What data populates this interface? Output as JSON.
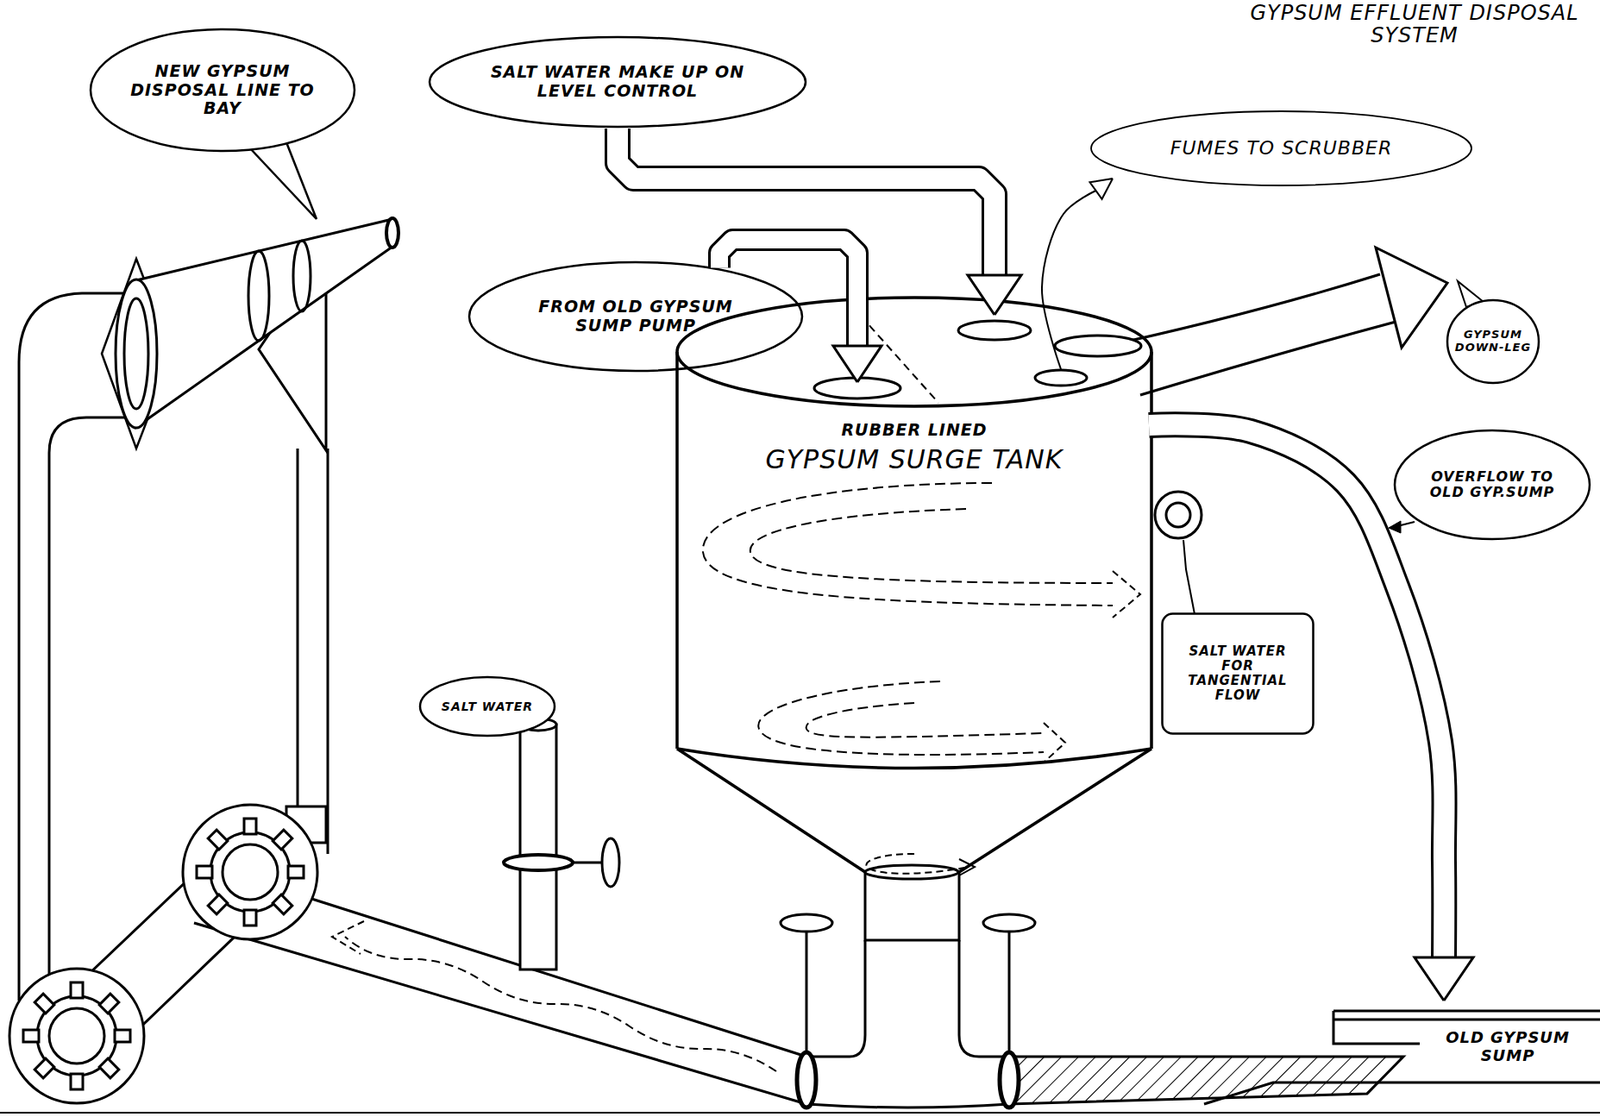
{
  "diagram": {
    "title": "GYPSUM EFFLUENT DISPOSAL SYSTEM",
    "nodes": [
      {
        "text": [
          "NEW GYPSUM DISPOSAL LINE TO BAY"
        ]
      },
      {
        "text": [
          "SALT WATER MAKE UP ON LEVEL CONTROL"
        ]
      },
      {
        "text": [
          "FUMES TO SCRUBBER"
        ]
      },
      {
        "text": [
          "FROM OLD GYPSUM SUMP PUMP"
        ]
      },
      {
        "text": [
          "RUBBER LINED",
          "GYPSUM SURGE TANK"
        ]
      },
      {
        "text": [
          "GYPSUM DOWN-LEG"
        ]
      },
      {
        "text": [
          "OVERFLOW TO OLD GYP.SUMP"
        ]
      },
      {
        "text": [
          "SALT WATER FOR TANGENTIAL FLOW"
        ]
      },
      {
        "text": [
          "SALT WATER"
        ]
      },
      {
        "text": [
          "OLD GYPSUM SUMP"
        ]
      }
    ],
    "edges": [
      {
        "from": 1,
        "to": 4,
        "arrow": "to"
      },
      {
        "from": 3,
        "to": 4,
        "arrow": "to"
      },
      {
        "from": 4,
        "to": 2,
        "arrow": "to"
      },
      {
        "from": 4,
        "to": 9,
        "arrow": "to"
      }
    ]
  }
}
